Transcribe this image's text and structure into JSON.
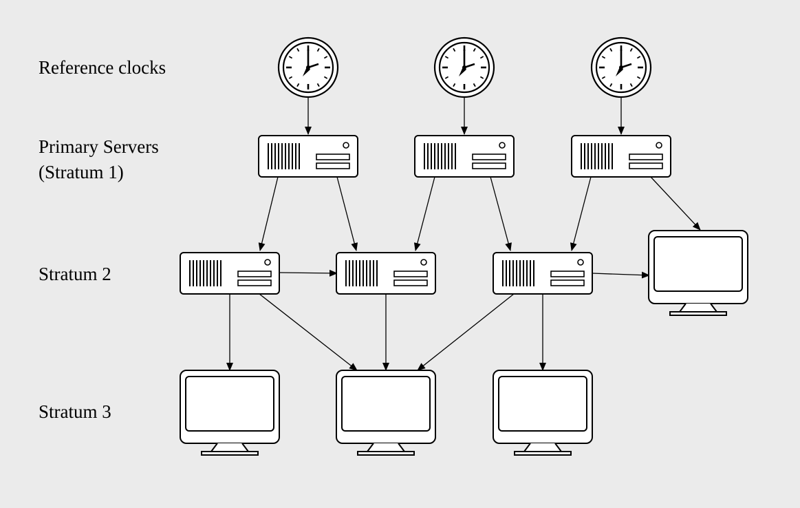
{
  "labels": {
    "reference_clocks": "Reference clocks",
    "primary_servers": "Primary Servers",
    "stratum1": "(Stratum 1)",
    "stratum2": "Stratum 2",
    "stratum3": "Stratum 3"
  },
  "tiers": [
    {
      "id": "reference",
      "nodes": [
        {
          "id": "clock-1",
          "kind": "clock"
        },
        {
          "id": "clock-2",
          "kind": "clock"
        },
        {
          "id": "clock-3",
          "kind": "clock"
        }
      ]
    },
    {
      "id": "stratum-1",
      "nodes": [
        {
          "id": "s1-server-1",
          "kind": "server"
        },
        {
          "id": "s1-server-2",
          "kind": "server"
        },
        {
          "id": "s1-server-3",
          "kind": "server"
        }
      ]
    },
    {
      "id": "stratum-2",
      "nodes": [
        {
          "id": "s2-server-1",
          "kind": "server"
        },
        {
          "id": "s2-server-2",
          "kind": "server"
        },
        {
          "id": "s2-server-3",
          "kind": "server"
        },
        {
          "id": "s2-client",
          "kind": "monitor"
        }
      ]
    },
    {
      "id": "stratum-3",
      "nodes": [
        {
          "id": "s3-client-1",
          "kind": "monitor"
        },
        {
          "id": "s3-client-2",
          "kind": "monitor"
        },
        {
          "id": "s3-client-3",
          "kind": "monitor"
        }
      ]
    }
  ],
  "edges": [
    [
      "clock-1",
      "s1-server-1"
    ],
    [
      "clock-2",
      "s1-server-2"
    ],
    [
      "clock-3",
      "s1-server-3"
    ],
    [
      "s1-server-1",
      "s2-server-1"
    ],
    [
      "s1-server-1",
      "s2-server-2"
    ],
    [
      "s1-server-2",
      "s2-server-2"
    ],
    [
      "s1-server-2",
      "s2-server-3"
    ],
    [
      "s1-server-3",
      "s2-server-3"
    ],
    [
      "s1-server-3",
      "s2-client"
    ],
    [
      "s2-server-1",
      "s2-server-2"
    ],
    [
      "s2-server-3",
      "s2-client"
    ],
    [
      "s2-server-1",
      "s3-client-1"
    ],
    [
      "s2-server-1",
      "s3-client-2"
    ],
    [
      "s2-server-2",
      "s3-client-2"
    ],
    [
      "s2-server-3",
      "s3-client-2"
    ],
    [
      "s2-server-3",
      "s3-client-3"
    ]
  ],
  "colors": {
    "background": "#ebebeb",
    "stroke": "#000000",
    "fill": "#ffffff"
  }
}
